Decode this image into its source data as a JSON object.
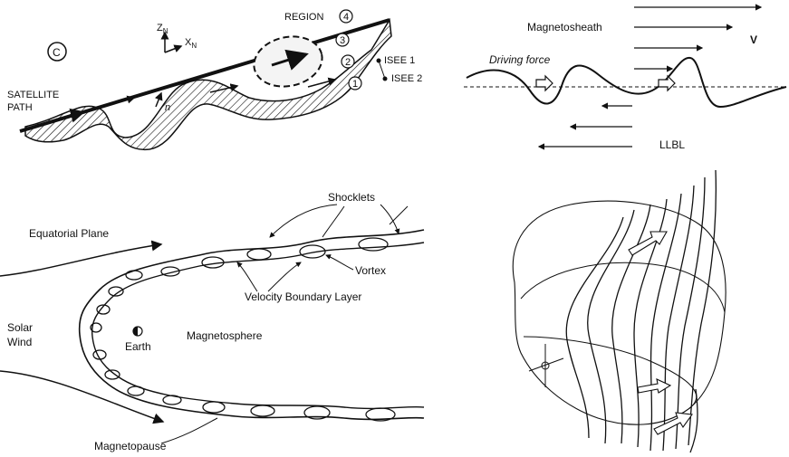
{
  "panel_c": {
    "panel_letter": "C",
    "region_label": "REGION",
    "region_number": "4",
    "axis_z": "Z",
    "axis_x": "X",
    "axis_sub": "N",
    "region_markers": [
      "1",
      "2",
      "3"
    ],
    "isee1": "ISEE 1",
    "isee2": "ISEE 2",
    "satellite_path_line1": "SATELLITE",
    "satellite_path_line2": "PATH",
    "normal_label": "n"
  },
  "panel_kh": {
    "magnetosheath": "Magnetosheath",
    "driving_force": "Driving force",
    "velocity_label": "V",
    "llbl": "LLBL"
  },
  "panel_magnetosphere": {
    "equatorial_plane": "Equatorial Plane",
    "solar_wind_line1": "Solar",
    "solar_wind_line2": "Wind",
    "earth": "Earth",
    "magnetosphere": "Magnetosphere",
    "shocklets": "Shocklets",
    "vortex": "Vortex",
    "velocity_boundary_layer": "Velocity Boundary Layer",
    "magnetopause": "Magnetopause"
  }
}
